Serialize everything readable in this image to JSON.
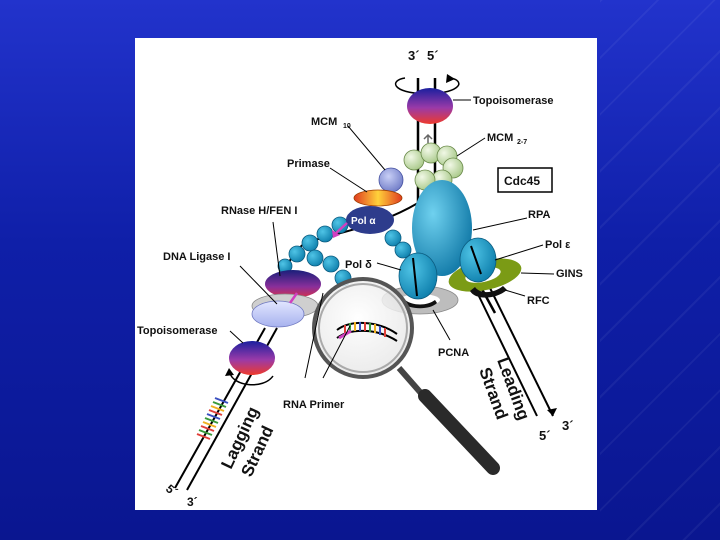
{
  "diagram": {
    "labels": {
      "top_3prime": "3´",
      "top_5prime": "5´",
      "topoisomerase_top": "Topoisomerase",
      "mcm10": "MCM",
      "mcm10_sub": "10",
      "mcm2_7": "MCM",
      "mcm2_7_sub": "2-7",
      "primase": "Primase",
      "cdc45": "Cdc45",
      "rnase": "RNase H/FEN I",
      "pol_alpha": "Pol α",
      "rpa": "RPA",
      "pol_epsilon": "Pol ε",
      "dna_ligase": "DNA Ligase I",
      "pol_delta": "Pol δ",
      "gins": "GINS",
      "rfc": "RFC",
      "topoisomerase_bottom": "Topoisomerase",
      "pcna": "PCNA",
      "leading_strand_1": "Leading",
      "leading_strand_2": "Strand",
      "rna_primer": "RNA Primer",
      "lagging_strand_1": "Lagging",
      "lagging_strand_2": "Strand",
      "bottom_right_5prime": "5´",
      "bottom_right_3prime": "3´",
      "bottom_left_5prime": "5´",
      "bottom_left_3prime": "3´"
    }
  },
  "colors": {
    "background": "#1426b8",
    "rpa_cyan": "#1fa3c9",
    "topo_top": "#1a1f9a",
    "topo_bottom": "#e03a3a",
    "mcm_green": "#cfe3b5",
    "gins_green": "#7a9a16",
    "primase_orange": "#f29020",
    "pol_alpha_navy": "#2c3a8a",
    "magnifier_handle": "#333333"
  }
}
